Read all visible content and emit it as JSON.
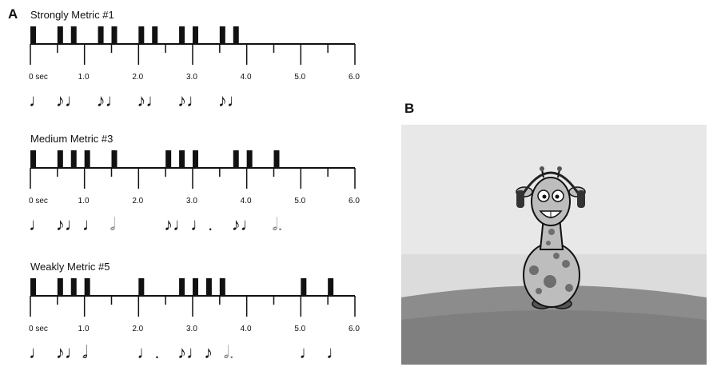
{
  "figure": {
    "panel_a_label": "A",
    "panel_b_label": "B"
  },
  "rhythms": [
    {
      "title": "Strongly Metric #1",
      "onsets": [
        0,
        0.5,
        0.75,
        1.25,
        1.5,
        2.0,
        2.25,
        2.75,
        3.0,
        3.5,
        3.75
      ],
      "notes": [
        {
          "t": 0,
          "glyph": "♩",
          "open": false
        },
        {
          "t": 0.5,
          "glyph": "♪♩",
          "open": false
        },
        {
          "t": 1.25,
          "glyph": "♪♩",
          "open": false
        },
        {
          "t": 2.0,
          "glyph": "♪♩",
          "open": false
        },
        {
          "t": 2.75,
          "glyph": "♪♩",
          "open": false
        },
        {
          "t": 3.5,
          "glyph": "♪♩",
          "open": false
        }
      ]
    },
    {
      "title": "Medium Metric #3",
      "onsets": [
        0,
        0.5,
        0.75,
        1.0,
        1.5,
        2.5,
        2.75,
        3.0,
        3.75,
        4.0,
        4.5
      ],
      "notes": [
        {
          "t": 0,
          "glyph": "♩",
          "open": false
        },
        {
          "t": 0.5,
          "glyph": "♪♩♩",
          "open": false
        },
        {
          "t": 1.5,
          "glyph": "𝅗𝅥",
          "open": true
        },
        {
          "t": 2.5,
          "glyph": "♪♩♩.",
          "open": false
        },
        {
          "t": 3.75,
          "glyph": "♪♩",
          "open": false
        },
        {
          "t": 4.5,
          "glyph": "𝅗𝅥.",
          "open": true
        }
      ]
    },
    {
      "title": "Weakly Metric #5",
      "onsets": [
        0,
        0.5,
        0.75,
        1.0,
        2.0,
        2.75,
        3.0,
        3.25,
        3.5,
        5.0,
        5.5
      ],
      "notes": [
        {
          "t": 0,
          "glyph": "♩",
          "open": false
        },
        {
          "t": 0.5,
          "glyph": "♪♩𝅗𝅥",
          "open": false
        },
        {
          "t": 2.0,
          "glyph": "♩.",
          "open": false
        },
        {
          "t": 2.75,
          "glyph": "♪♩♪",
          "open": false
        },
        {
          "t": 3.6,
          "glyph": "𝅗𝅥.",
          "open": true
        },
        {
          "t": 5.0,
          "glyph": "♩",
          "open": false
        },
        {
          "t": 5.5,
          "glyph": "♩",
          "open": false
        }
      ]
    }
  ],
  "timeline": {
    "max_seconds": 6.0,
    "major_ticks": [
      {
        "t": 0,
        "label": "0 sec"
      },
      {
        "t": 1,
        "label": "1.0"
      },
      {
        "t": 2,
        "label": "2.0"
      },
      {
        "t": 3,
        "label": "3.0"
      },
      {
        "t": 4,
        "label": "4.0"
      },
      {
        "t": 5,
        "label": "5.0"
      },
      {
        "t": 6,
        "label": "6.0"
      }
    ],
    "minor_tick_step": 0.5
  },
  "scene": {
    "sky_color": "#e9e9e9",
    "ground_color": "#8a8a8a",
    "character": "giraffe-with-headphones"
  }
}
